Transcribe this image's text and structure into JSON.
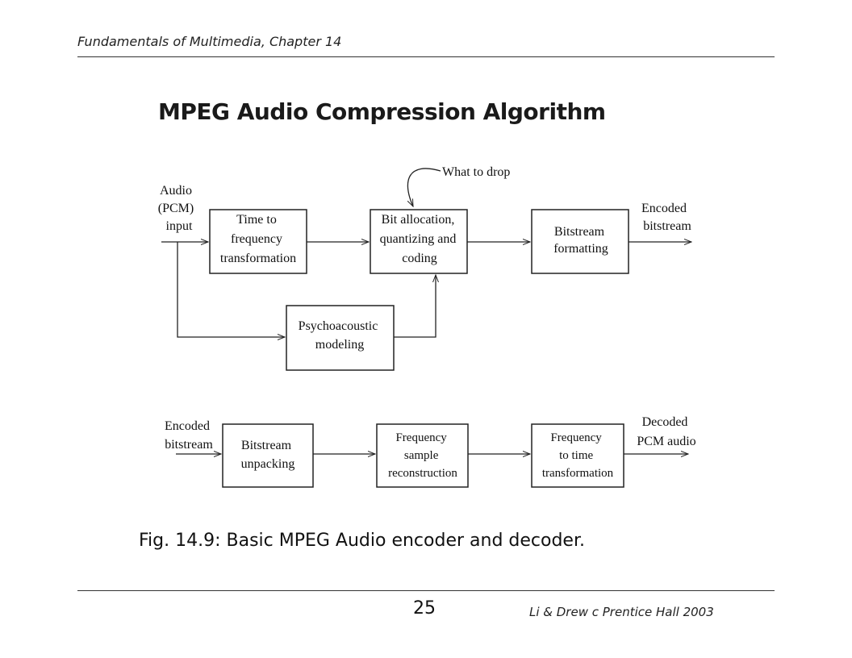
{
  "header": {
    "text": "Fundamentals of Multimedia, Chapter 14"
  },
  "title": "MPEG Audio Compression Algorithm",
  "encoder": {
    "input_label": [
      "Audio",
      "(PCM)",
      "input"
    ],
    "output_label": [
      "Encoded",
      "bitstream"
    ],
    "what_to_drop": "What to drop",
    "blocks": {
      "time_freq": [
        "Time to",
        "frequency",
        "transformation"
      ],
      "bit_alloc": [
        "Bit allocation,",
        "quantizing and",
        "coding"
      ],
      "bitstream_fmt": [
        "Bitstream",
        "formatting"
      ],
      "psycho": [
        "Psychoacoustic",
        "modeling"
      ]
    }
  },
  "decoder": {
    "input_label": [
      "Encoded",
      "bitstream"
    ],
    "output_label": [
      "Decoded",
      "PCM audio"
    ],
    "blocks": {
      "unpack": [
        "Bitstream",
        "unpacking"
      ],
      "reconstruct": [
        "Frequency",
        "sample",
        "reconstruction"
      ],
      "freq_time": [
        "Frequency",
        "to time",
        "transformation"
      ]
    }
  },
  "caption": "Fig. 14.9:  Basic MPEG Audio encoder and decoder.",
  "footer": {
    "page": "25",
    "credit": "Li & Drew  c Prentice Hall 2003"
  }
}
